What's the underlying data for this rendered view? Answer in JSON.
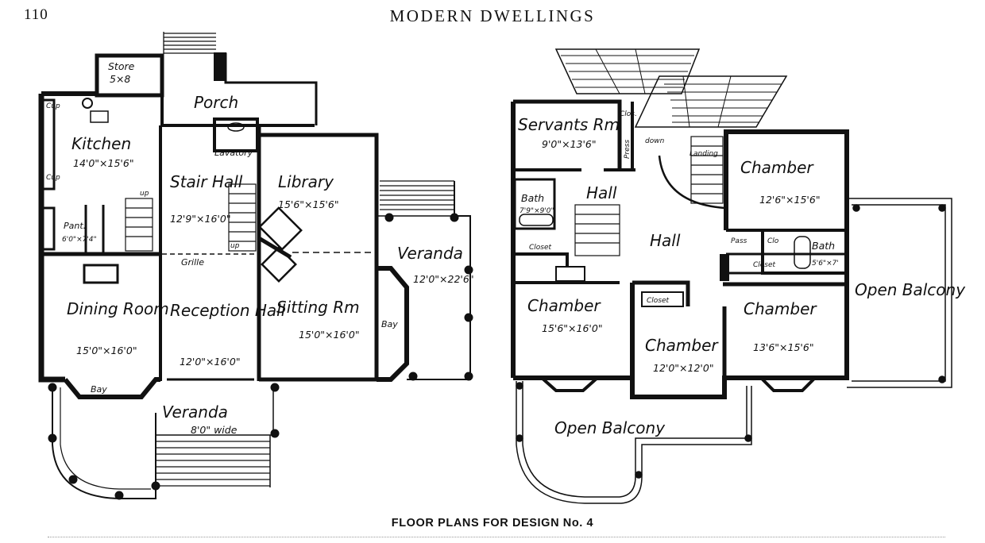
{
  "page": {
    "number": "110",
    "running_head": "MODERN DWELLINGS",
    "caption": "FLOOR PLANS FOR DESIGN No. 4"
  },
  "first_floor": {
    "store": {
      "name": "Store",
      "size": "5×8"
    },
    "porch": "Porch",
    "kitchen": {
      "name": "Kitchen",
      "size": "14'0\"×15'6\""
    },
    "lavatory": "Lavatory",
    "stair_hall": {
      "name": "Stair Hall",
      "size": "12'9\"×16'0\""
    },
    "library": {
      "name": "Library",
      "size": "15'6\"×15'6\""
    },
    "pantry": {
      "name": "Pant.",
      "size": "6'0\"×7'4\""
    },
    "up_labels": [
      "up",
      "up"
    ],
    "grille": "Grille",
    "dining_room": {
      "name": "Dining Room",
      "size": "15'0\"×16'0\""
    },
    "reception_hall": {
      "name": "Reception Hall",
      "size": "12'0\"×16'0\""
    },
    "sitting_room": {
      "name": "Sitting Rm",
      "size": "15'0\"×16'0\""
    },
    "bay_dining": "Bay",
    "bay_sitting": "Bay",
    "veranda_side": {
      "name": "Veranda",
      "size": "12'0\"×22'6\""
    },
    "veranda_front": {
      "name": "Veranda",
      "size": "8'0\" wide"
    },
    "cup_labels": [
      "Cup",
      "Cup"
    ]
  },
  "second_floor": {
    "servants_room": {
      "name": "Servants Rm",
      "size": "9'0\"×13'6\""
    },
    "press": "Press",
    "closet_top": "Clos.",
    "down": "down",
    "landing": "Landing",
    "chamber_ne": {
      "name": "Chamber",
      "size": "12'6\"×15'6\""
    },
    "bath_w": {
      "name": "Bath",
      "size": "7'9\"×9'0\""
    },
    "hall_w": "Hall",
    "hall_main": "Hall",
    "closet_w": "Closet",
    "pass": "Pass",
    "clo": "Clo",
    "bath_e": {
      "name": "Bath",
      "size": "5'6\"×7'"
    },
    "closet_e": "Closet",
    "chamber_sw": {
      "name": "Chamber",
      "size": "15'6\"×16'0\""
    },
    "closet_c": "Closet",
    "chamber_c": {
      "name": "Chamber",
      "size": "12'0\"×12'0\""
    },
    "chamber_se": {
      "name": "Chamber",
      "size": "13'6\"×15'6\""
    },
    "open_balcony_e": "Open Balcony",
    "open_balcony_s": "Open Balcony"
  }
}
